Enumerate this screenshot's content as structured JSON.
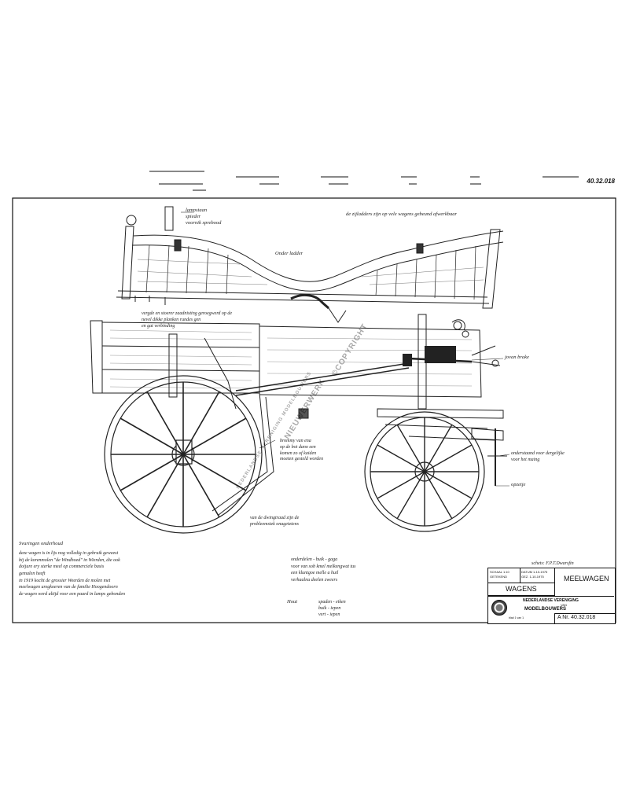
{
  "drawing_number_top": "40.32.018",
  "labels": {
    "lamp_holder": "lampstaan\nspieder\nvoornik sprebood",
    "side_rails_note": "de zijladders zijn op vele wagens gebeund afwerkbaar",
    "lower_ladder": "Onder ladder",
    "seat_note": "vergde en stoerer zaadnisting geroegwerd op de\nnevel dikke planken rundes gen\nen gat verbinding",
    "copyright": "©COPYRIGHT",
    "watermark_mid": "NIEUWERWERK",
    "watermark_low": "NEDERLANDSE VERENIGING MODELBOUWERS",
    "hand_brake": "jovan brake",
    "brake_note": "brommy van ena\nop de bot dano een\nkomen zo of kaiden\nmoeten gesteld worden",
    "front_axle_note": "onderstaand voor dergelijke\nvoor het maing",
    "axle_label": "opzetje",
    "rear_note": "van de dwingtraad zijn de\nprobleemstek onagetetens",
    "desc_title": "Svuringen onderhoud",
    "desc_text": "deze wagen is in lijs nog volledig in gebruik geweest\nbij de korenmolen \"de Windhoed\" in Wierden, die ook\ndoijure ery sterke meel op commerciele basis\ngemalen heeft\nin 1919 kocht de grossier Weerden de molen met\nmeelwagen uregkoeren van de familie Hoogendoorn\nde wagen werd altijd voor een paard in lamps gebonden",
    "wood_note": "onderdelen - buik - gaga\nvoor van sob kmel melkengwat tus\neen kluntgoe melle a huil\nverhaalnu deelen zweers",
    "wood_title": "Hout",
    "wood_types": "spaden - eiken\nbuik - iepen\nvert - iepen",
    "drawn_by": "schets: F.P.T.Dwarsfin",
    "title_block": {
      "small_fields": "SCHAAL 1:10\nGETEKEND",
      "date_fields": "DATUM 1-10-1975\nGEZ. 1-10-1975",
      "category": "WAGENS",
      "title": "MEELWAGEN",
      "org_line1": "NEDERLANDSE VERENIGING",
      "org_line2": "VAN",
      "org_line3": "MODELBOUWERS",
      "sheet_no": "A  Nr. 40.32.018",
      "org_small": "blad 1 van 1"
    }
  }
}
